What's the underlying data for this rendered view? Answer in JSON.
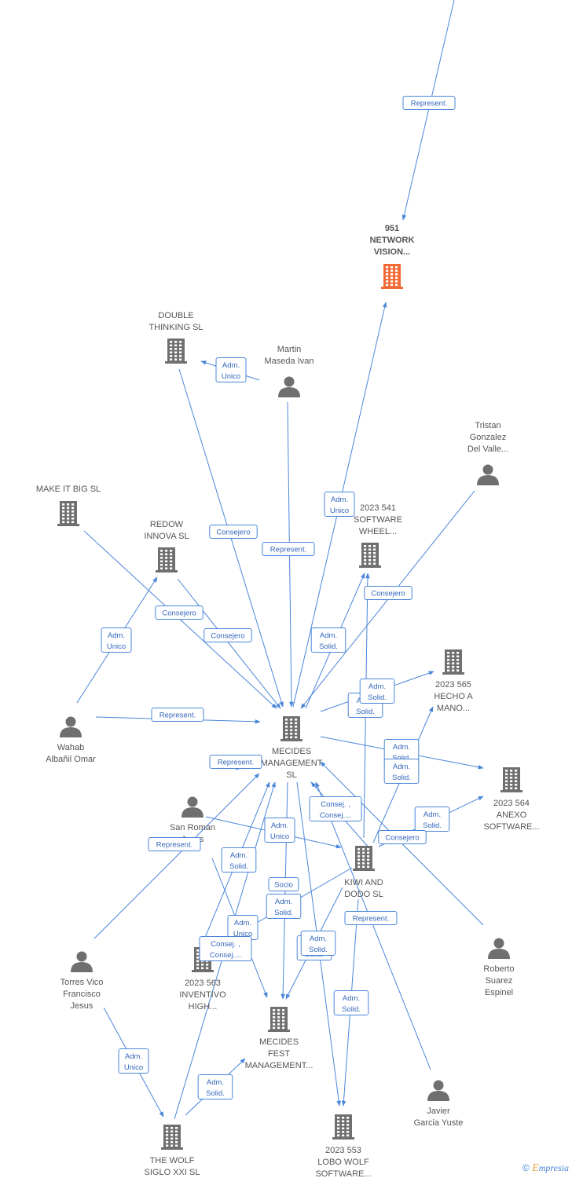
{
  "nodes": [
    {
      "id": "n951",
      "type": "company",
      "highlight": true,
      "lines": [
        "951",
        "NETWORK",
        "VISION..."
      ]
    },
    {
      "id": "double",
      "type": "company",
      "lines": [
        "DOUBLE",
        "THINKING SL"
      ]
    },
    {
      "id": "martin",
      "type": "person",
      "lines": [
        "Martin",
        "Maseda Ivan"
      ]
    },
    {
      "id": "tristan",
      "type": "person",
      "lines": [
        "Tristan",
        "Gonzalez",
        "Del Valle..."
      ]
    },
    {
      "id": "makeit",
      "type": "company",
      "lines": [
        "MAKE IT BIG  SL"
      ]
    },
    {
      "id": "redow",
      "type": "company",
      "lines": [
        "REDOW",
        "INNOVA  SL"
      ]
    },
    {
      "id": "c541",
      "type": "company",
      "lines": [
        "2023 541",
        "SOFTWARE",
        "WHEEL..."
      ]
    },
    {
      "id": "c565",
      "type": "company",
      "lines": [
        "2023 565",
        "HECHO A",
        "MANO..."
      ]
    },
    {
      "id": "wahab",
      "type": "person",
      "lines": [
        "Wahab",
        "Albañil Omar"
      ]
    },
    {
      "id": "mecides",
      "type": "company",
      "lines": [
        "MECIDES",
        "MANAGEMENT",
        "SL"
      ]
    },
    {
      "id": "c564",
      "type": "company",
      "lines": [
        "2023 564",
        "ANEXO",
        "SOFTWARE..."
      ]
    },
    {
      "id": "sanroman",
      "type": "person",
      "lines": [
        "San Roman",
        "Jesus"
      ]
    },
    {
      "id": "kiwi",
      "type": "company",
      "lines": [
        "KIWI AND",
        "DODO  SL"
      ]
    },
    {
      "id": "roberto",
      "type": "person",
      "lines": [
        "Roberto",
        "Suarez",
        "Espinel"
      ]
    },
    {
      "id": "torres",
      "type": "person",
      "lines": [
        "Torres Vico",
        "Francisco",
        "Jesus"
      ]
    },
    {
      "id": "c563",
      "type": "company",
      "lines": [
        "2023 563",
        "INVENTIVO",
        "HIGH..."
      ]
    },
    {
      "id": "fest",
      "type": "company",
      "lines": [
        "MECIDES",
        "FEST",
        "MANAGEMENT..."
      ]
    },
    {
      "id": "javier",
      "type": "person",
      "lines": [
        "Javier",
        "Garcia Yuste"
      ]
    },
    {
      "id": "wolf",
      "type": "company",
      "lines": [
        "THE WOLF",
        "SIGLO XXI  SL"
      ]
    },
    {
      "id": "c553",
      "type": "company",
      "lines": [
        "2023 553",
        "LOBO WOLF",
        "SOFTWARE..."
      ]
    }
  ],
  "edge_labels": {
    "represent": "Represent.",
    "adm_unico": [
      "Adm.",
      "Unico"
    ],
    "adm_solid": [
      "Adm.",
      "Solid."
    ],
    "consejero": "Consejero",
    "socio": "Socio",
    "consej": [
      "Consej. ,",
      "Consej...."
    ]
  },
  "brand": {
    "copyright": "©",
    "initial": "E",
    "rest": "mpresia"
  }
}
